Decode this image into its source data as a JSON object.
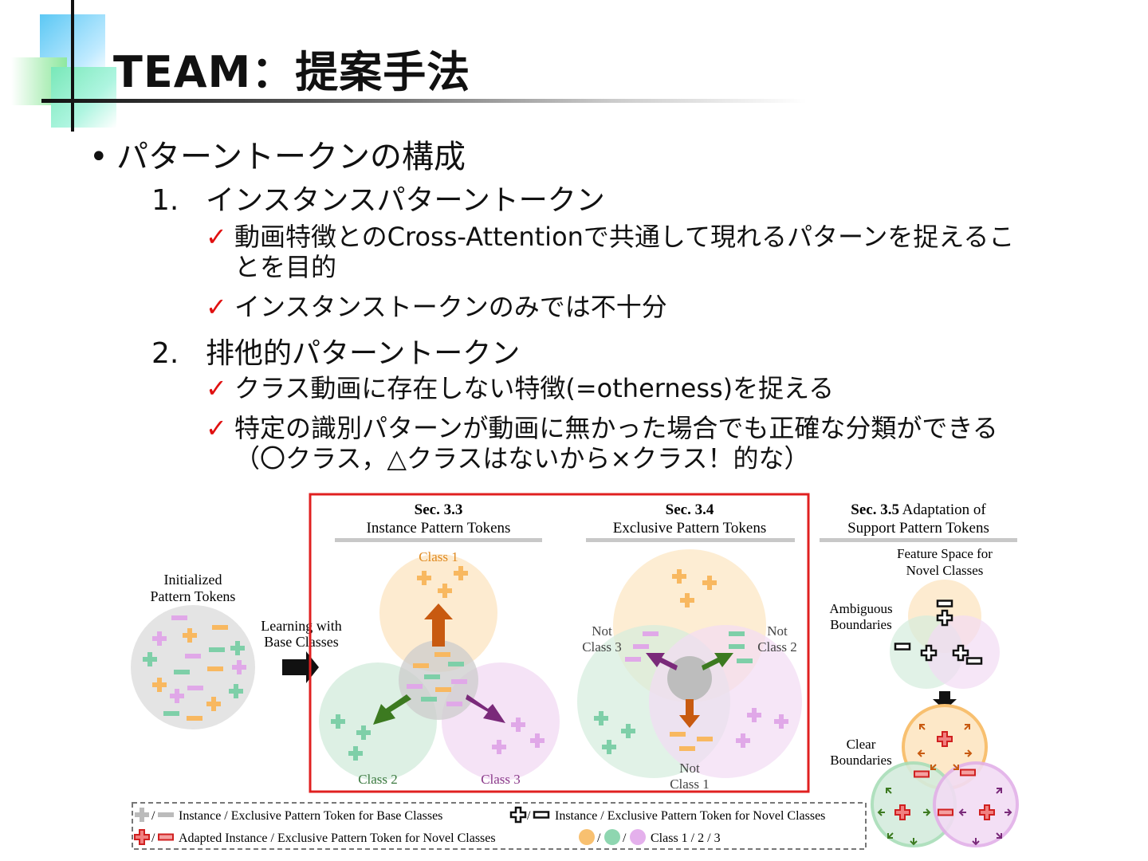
{
  "slide": {
    "title": "TEAM：提案手法",
    "main_bullet": "パターントークンの構成",
    "items": [
      {
        "number": "1.",
        "label": "インスタンスパターントークン",
        "points": [
          "動画特徴とのCross-Attentionで共通して現れるパターンを捉えることを目的",
          "インスタンストークンのみでは不十分"
        ]
      },
      {
        "number": "2.",
        "label": "排他的パターントークン",
        "points": [
          "クラス動画に存在しない特徴(=otherness)を捉える",
          "特定の識別パターンが動画に無かった場合でも正確な分類ができる（〇クラス，△クラスはないから×クラス！的な）"
        ]
      }
    ]
  },
  "figure": {
    "init_label_1": "Initialized",
    "init_label_2": "Pattern Tokens",
    "learning_1": "Learning with",
    "learning_2": "Base Classes",
    "sec33_bold": "Sec. 3.3",
    "sec33_title": "Instance Pattern Tokens",
    "sec34_bold": "Sec. 3.4",
    "sec34_title": "Exclusive Pattern Tokens",
    "sec35_bold": "Sec. 3.5",
    "sec35_rest": " Adaptation of",
    "sec35_title": "Support Pattern Tokens",
    "class1": "Class 1",
    "class2": "Class 2",
    "class3": "Class 3",
    "not_label": "Not",
    "not_class3": "Class 3",
    "not_class2": "Class 2",
    "not_class1": "Class 1",
    "feature_space_1": "Feature Space for",
    "feature_space_2": "Novel Classes",
    "ambiguous_1": "Ambiguous",
    "ambiguous_2": "Boundaries",
    "clear_1": "Clear",
    "clear_2": "Boundaries",
    "legend_base": "Instance / Exclusive Pattern Token for Base Classes",
    "legend_novel": "Instance / Exclusive Pattern Token for Novel Classes",
    "legend_adapted": "Adapted Instance / Exclusive Pattern Token for Novel Classes",
    "legend_classes": "Class 1 / 2 / 3",
    "slash": "/"
  },
  "colors": {
    "accent_check": "#e01010",
    "highlight_box": "#e02020",
    "class1": "#f8b860",
    "class2": "#7ecfa8",
    "class3": "#e0a8e8",
    "arrow1": "#c85a10",
    "arrow2": "#3c7a20",
    "arrow3": "#7a2a7a"
  }
}
